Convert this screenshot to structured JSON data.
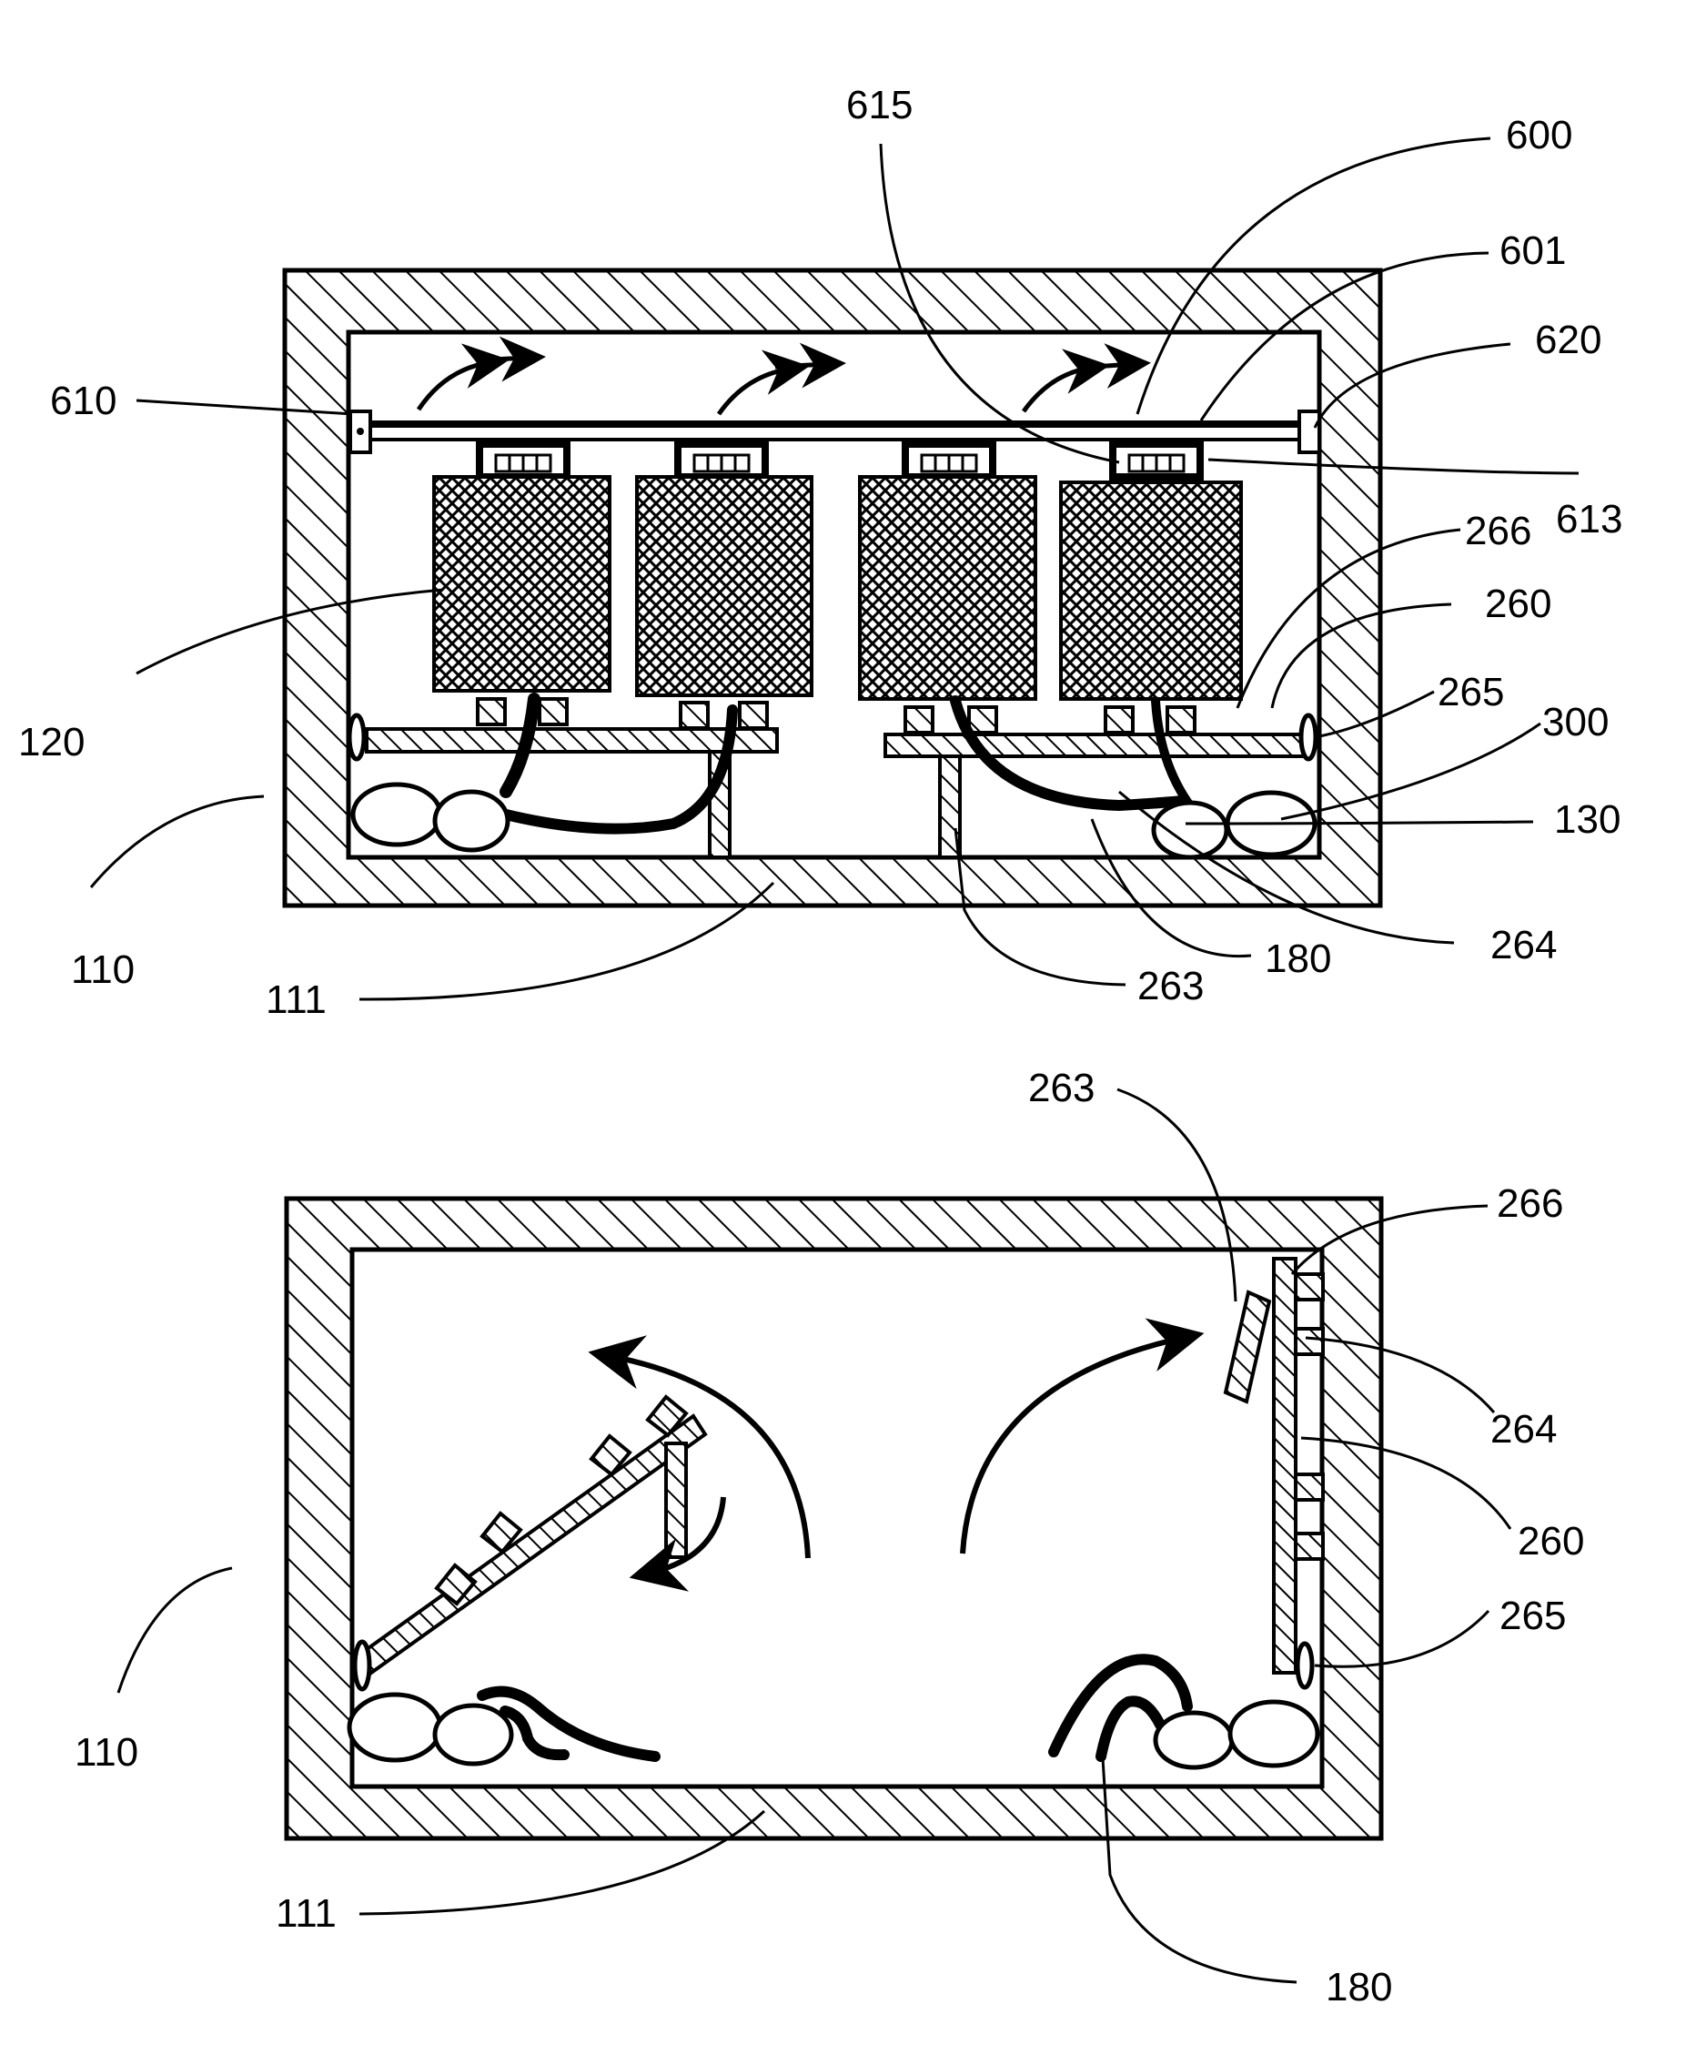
{
  "figure": {
    "top_view": {
      "labels": {
        "l615": "615",
        "l600": "600",
        "l601": "601",
        "l620": "620",
        "l610": "610",
        "l613": "613",
        "l266": "266",
        "l260": "260",
        "l265": "265",
        "l300": "300",
        "l120": "120",
        "l130": "130",
        "l110": "110",
        "l111": "111",
        "l263": "263",
        "l180": "180",
        "l264": "264"
      }
    },
    "bottom_view": {
      "labels": {
        "l263": "263",
        "l266": "266",
        "l264": "264",
        "l260": "260",
        "l265": "265",
        "l110": "110",
        "l111": "111",
        "l180": "180"
      }
    }
  }
}
